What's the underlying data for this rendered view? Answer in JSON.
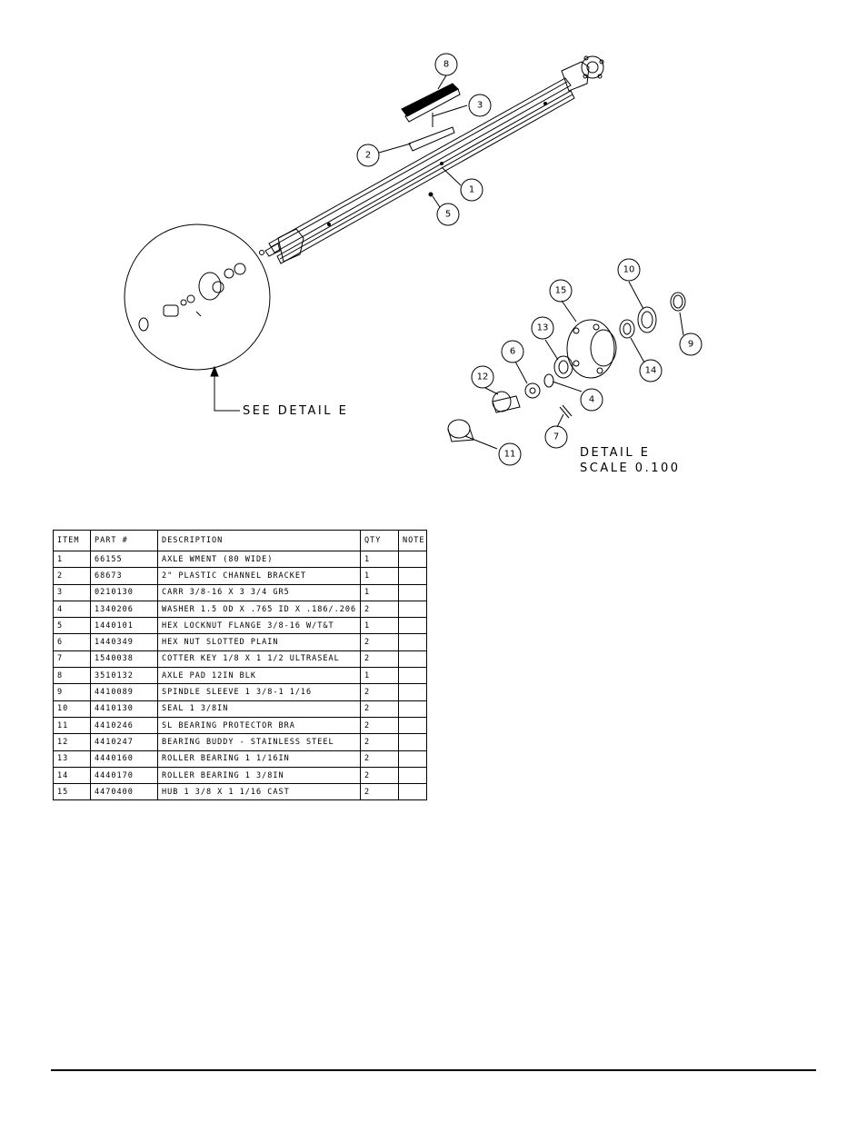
{
  "callouts": {
    "c1": "1",
    "c2": "2",
    "c3": "3",
    "c4": "4",
    "c5": "5",
    "c6": "6",
    "c7": "7",
    "c8": "8",
    "c9": "9",
    "c10": "10",
    "c11": "11",
    "c12": "12",
    "c13": "13",
    "c14": "14",
    "c15": "15"
  },
  "see_detail_label": "SEE DETAIL  E",
  "detail_title": "DETAIL  E",
  "detail_scale": "SCALE  0.100",
  "bom": {
    "headers": {
      "item": "ITEM",
      "part": "PART #",
      "description": "DESCRIPTION",
      "qty": "QTY",
      "note": "NOTE"
    },
    "rows": [
      {
        "item": "1",
        "part": "66155",
        "description": "AXLE WMENT (80 WIDE)",
        "qty": "1",
        "note": ""
      },
      {
        "item": "2",
        "part": "68673",
        "description": "2\" PLASTIC CHANNEL BRACKET",
        "qty": "1",
        "note": ""
      },
      {
        "item": "3",
        "part": "0210130",
        "description": "CARR 3/8-16 X 3 3/4 GR5",
        "qty": "1",
        "note": ""
      },
      {
        "item": "4",
        "part": "1340206",
        "description": "WASHER 1.5 OD X .765 ID X .186/.206",
        "qty": "2",
        "note": ""
      },
      {
        "item": "5",
        "part": "1440101",
        "description": "HEX LOCKNUT FLANGE 3/8-16 W/T&T",
        "qty": "1",
        "note": ""
      },
      {
        "item": "6",
        "part": "1440349",
        "description": "HEX NUT SLOTTED PLAIN",
        "qty": "2",
        "note": ""
      },
      {
        "item": "7",
        "part": "1540038",
        "description": "COTTER KEY 1/8 X 1 1/2 ULTRASEAL",
        "qty": "2",
        "note": ""
      },
      {
        "item": "8",
        "part": "3510132",
        "description": "AXLE PAD 12IN  BLK",
        "qty": "1",
        "note": ""
      },
      {
        "item": "9",
        "part": "4410089",
        "description": "SPINDLE SLEEVE  1 3/8-1 1/16",
        "qty": "2",
        "note": ""
      },
      {
        "item": "10",
        "part": "4410130",
        "description": "SEAL  1 3/8IN",
        "qty": "2",
        "note": ""
      },
      {
        "item": "11",
        "part": "4410246",
        "description": "SL BEARING PROTECTOR BRA",
        "qty": "2",
        "note": ""
      },
      {
        "item": "12",
        "part": "4410247",
        "description": "BEARING BUDDY - STAINLESS STEEL",
        "qty": "2",
        "note": ""
      },
      {
        "item": "13",
        "part": "4440160",
        "description": "ROLLER BEARING   1 1/16IN",
        "qty": "2",
        "note": ""
      },
      {
        "item": "14",
        "part": "4440170",
        "description": "ROLLER BEARING   1 3/8IN",
        "qty": "2",
        "note": ""
      },
      {
        "item": "15",
        "part": "4470400",
        "description": "HUB  1 3/8 X 1 1/16 CAST",
        "qty": "2",
        "note": ""
      }
    ]
  }
}
